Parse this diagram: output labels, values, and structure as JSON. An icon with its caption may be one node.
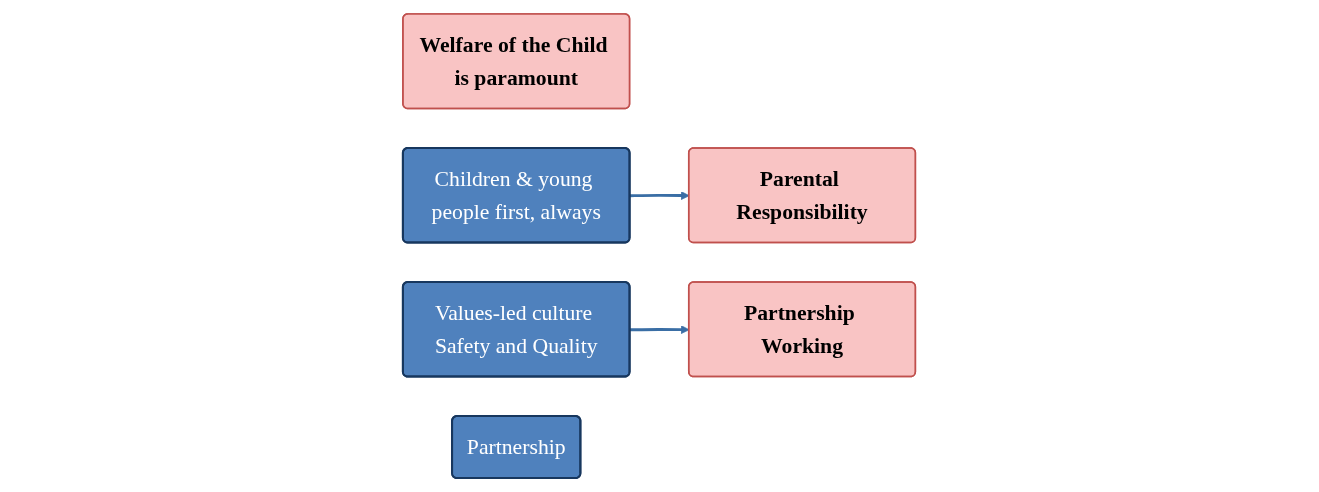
{
  "diagram": {
    "nodes": [
      {
        "text": [
          "Welfare of the Child is paramount"
        ]
      },
      {
        "text": [
          "Children & young people first, always"
        ]
      },
      {
        "text": [
          "Parental Responsibility"
        ]
      },
      {
        "text": [
          "Values-led culture Safety and Quality"
        ]
      },
      {
        "text": [
          "Partnership Working"
        ]
      },
      {
        "text": [
          "Partnership"
        ]
      }
    ],
    "edges": [
      {
        "from": 1,
        "to": 2,
        "arrow": "to"
      },
      {
        "from": 3,
        "to": 4,
        "arrow": "to"
      }
    ]
  }
}
